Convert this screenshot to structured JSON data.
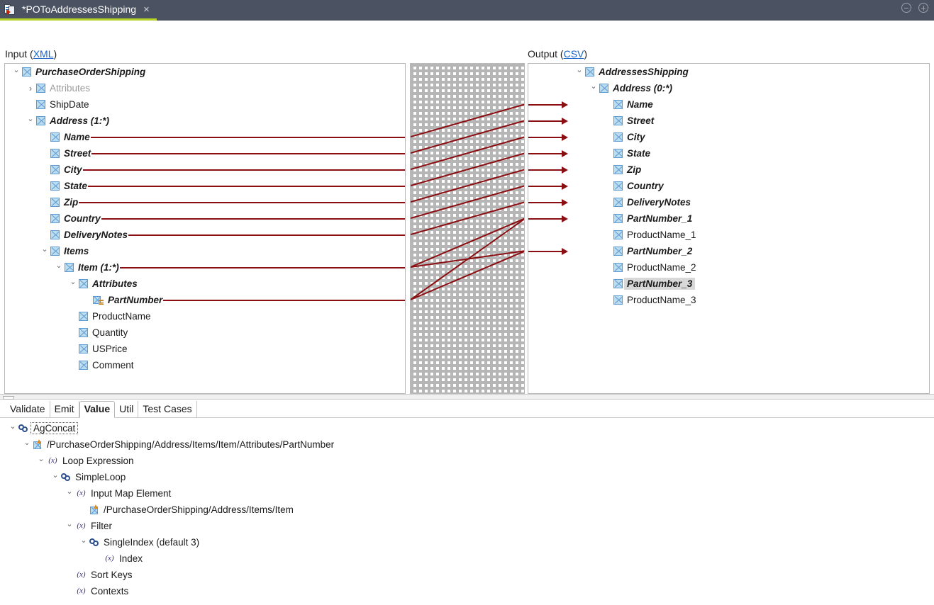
{
  "titlebar": {
    "tab_title": "*POToAddressesShipping",
    "tab_icon": "mapping-file-icon",
    "close_label": "×",
    "minimize_name": "minimize-icon",
    "maximize_name": "maximize-icon"
  },
  "input_panel": {
    "label": "Input (",
    "label_prefix": "Input",
    "format": "XML",
    "label_suffix": ")",
    "path_link": "/LOCAL_PROJECT/Structures/PurchaseOrderShipping",
    "nodes": [
      {
        "label": "PurchaseOrderShipping",
        "indent": 0,
        "twisty": "open",
        "icon": "element",
        "bold": true,
        "dim": false,
        "wire": false
      },
      {
        "label": "Attributes",
        "indent": 1,
        "twisty": "closed",
        "icon": "element",
        "bold": false,
        "dim": true,
        "wire": false
      },
      {
        "label": "ShipDate",
        "indent": 1,
        "twisty": "empty",
        "icon": "element",
        "bold": false,
        "dim": false,
        "wire": false
      },
      {
        "label": "Address (1:*)",
        "indent": 1,
        "twisty": "open",
        "icon": "element",
        "bold": true,
        "dim": false,
        "wire": false
      },
      {
        "label": "Name",
        "indent": 2,
        "twisty": "empty",
        "icon": "element",
        "bold": true,
        "dim": false,
        "wire": true
      },
      {
        "label": "Street",
        "indent": 2,
        "twisty": "empty",
        "icon": "element",
        "bold": true,
        "dim": false,
        "wire": true
      },
      {
        "label": "City",
        "indent": 2,
        "twisty": "empty",
        "icon": "element",
        "bold": true,
        "dim": false,
        "wire": true
      },
      {
        "label": "State",
        "indent": 2,
        "twisty": "empty",
        "icon": "element",
        "bold": true,
        "dim": false,
        "wire": true
      },
      {
        "label": "Zip",
        "indent": 2,
        "twisty": "empty",
        "icon": "element",
        "bold": true,
        "dim": false,
        "wire": true
      },
      {
        "label": "Country",
        "indent": 2,
        "twisty": "empty",
        "icon": "element",
        "bold": true,
        "dim": false,
        "wire": true
      },
      {
        "label": "DeliveryNotes",
        "indent": 2,
        "twisty": "empty",
        "icon": "element",
        "bold": true,
        "dim": false,
        "wire": true
      },
      {
        "label": "Items",
        "indent": 2,
        "twisty": "open",
        "icon": "element",
        "bold": true,
        "dim": false,
        "wire": false
      },
      {
        "label": "Item (1:*)",
        "indent": 3,
        "twisty": "open",
        "icon": "element",
        "bold": true,
        "dim": false,
        "wire": true
      },
      {
        "label": "Attributes",
        "indent": 4,
        "twisty": "open",
        "icon": "element",
        "bold": true,
        "dim": false,
        "wire": false
      },
      {
        "label": "PartNumber",
        "indent": 5,
        "twisty": "empty",
        "icon": "attribute",
        "bold": true,
        "dim": false,
        "wire": true
      },
      {
        "label": "ProductName",
        "indent": 4,
        "twisty": "empty",
        "icon": "element",
        "bold": false,
        "dim": false,
        "wire": false
      },
      {
        "label": "Quantity",
        "indent": 4,
        "twisty": "empty",
        "icon": "element",
        "bold": false,
        "dim": false,
        "wire": false
      },
      {
        "label": "USPrice",
        "indent": 4,
        "twisty": "empty",
        "icon": "element",
        "bold": false,
        "dim": false,
        "wire": false
      },
      {
        "label": "Comment",
        "indent": 4,
        "twisty": "empty",
        "icon": "element",
        "bold": false,
        "dim": false,
        "wire": false
      }
    ]
  },
  "output_panel": {
    "label_prefix": "Output",
    "format": "CSV",
    "path_link": "/LOCAL_PROJECT/Structures/AddressesShipping",
    "nodes": [
      {
        "label": "AddressesShipping",
        "indent": 0,
        "twisty": "open",
        "icon": "element",
        "bold": true,
        "dim": false,
        "wire": false,
        "selected": false
      },
      {
        "label": "Address (0:*)",
        "indent": 1,
        "twisty": "open",
        "icon": "element",
        "bold": true,
        "dim": false,
        "wire": false,
        "selected": false
      },
      {
        "label": "Name",
        "indent": 2,
        "twisty": "empty",
        "icon": "element",
        "bold": true,
        "dim": false,
        "wire": true,
        "selected": false
      },
      {
        "label": "Street",
        "indent": 2,
        "twisty": "empty",
        "icon": "element",
        "bold": true,
        "dim": false,
        "wire": true,
        "selected": false
      },
      {
        "label": "City",
        "indent": 2,
        "twisty": "empty",
        "icon": "element",
        "bold": true,
        "dim": false,
        "wire": true,
        "selected": false
      },
      {
        "label": "State",
        "indent": 2,
        "twisty": "empty",
        "icon": "element",
        "bold": true,
        "dim": false,
        "wire": true,
        "selected": false
      },
      {
        "label": "Zip",
        "indent": 2,
        "twisty": "empty",
        "icon": "element",
        "bold": true,
        "dim": false,
        "wire": true,
        "selected": false
      },
      {
        "label": "Country",
        "indent": 2,
        "twisty": "empty",
        "icon": "element",
        "bold": true,
        "dim": false,
        "wire": true,
        "selected": false
      },
      {
        "label": "DeliveryNotes",
        "indent": 2,
        "twisty": "empty",
        "icon": "element",
        "bold": true,
        "dim": false,
        "wire": true,
        "selected": false
      },
      {
        "label": "PartNumber_1",
        "indent": 2,
        "twisty": "empty",
        "icon": "element",
        "bold": true,
        "dim": false,
        "wire": true,
        "selected": false
      },
      {
        "label": "ProductName_1",
        "indent": 2,
        "twisty": "empty",
        "icon": "element",
        "bold": false,
        "dim": false,
        "wire": false,
        "selected": false
      },
      {
        "label": "PartNumber_2",
        "indent": 2,
        "twisty": "empty",
        "icon": "element",
        "bold": true,
        "dim": false,
        "wire": true,
        "selected": false
      },
      {
        "label": "ProductName_2",
        "indent": 2,
        "twisty": "empty",
        "icon": "element",
        "bold": false,
        "dim": false,
        "wire": false,
        "selected": false
      },
      {
        "label": "PartNumber_3",
        "indent": 2,
        "twisty": "empty",
        "icon": "element",
        "bold": true,
        "dim": false,
        "wire": false,
        "selected": true
      },
      {
        "label": "ProductName_3",
        "indent": 2,
        "twisty": "empty",
        "icon": "element",
        "bold": false,
        "dim": false,
        "wire": false,
        "selected": false
      }
    ]
  },
  "mapping_links": [
    {
      "from": "Name",
      "to": "Name"
    },
    {
      "from": "Street",
      "to": "Street"
    },
    {
      "from": "City",
      "to": "City"
    },
    {
      "from": "State",
      "to": "State"
    },
    {
      "from": "Zip",
      "to": "Zip"
    },
    {
      "from": "Country",
      "to": "Country"
    },
    {
      "from": "DeliveryNotes",
      "to": "DeliveryNotes"
    },
    {
      "from": "Item (1:*)",
      "to": "PartNumber_1"
    },
    {
      "from": "Item (1:*)",
      "to": "PartNumber_2"
    },
    {
      "from": "PartNumber",
      "to": "PartNumber_1"
    },
    {
      "from": "PartNumber",
      "to": "PartNumber_2"
    }
  ],
  "bottom_panel": {
    "tabs": [
      {
        "label": "Validate",
        "active": false
      },
      {
        "label": "Emit",
        "active": false
      },
      {
        "label": "Value",
        "active": true
      },
      {
        "label": "Util",
        "active": false
      },
      {
        "label": "Test Cases",
        "active": false
      }
    ],
    "tree": [
      {
        "label": "AgConcat",
        "indent": 0,
        "twisty": "open",
        "icon": "function",
        "selected": true
      },
      {
        "label": "/PurchaseOrderShipping/Address/Items/Item/Attributes/PartNumber",
        "indent": 1,
        "twisty": "open",
        "icon": "map-element",
        "selected": false
      },
      {
        "label": "Loop Expression",
        "indent": 2,
        "twisty": "open",
        "icon": "expression",
        "selected": false
      },
      {
        "label": "SimpleLoop",
        "indent": 3,
        "twisty": "open",
        "icon": "function",
        "selected": false
      },
      {
        "label": "Input Map Element",
        "indent": 4,
        "twisty": "open",
        "icon": "expression",
        "selected": false
      },
      {
        "label": "/PurchaseOrderShipping/Address/Items/Item",
        "indent": 5,
        "twisty": "empty",
        "icon": "map-element",
        "selected": false
      },
      {
        "label": "Filter",
        "indent": 4,
        "twisty": "open",
        "icon": "expression",
        "selected": false
      },
      {
        "label": "SingleIndex (default 3)",
        "indent": 5,
        "twisty": "open",
        "icon": "function",
        "selected": false
      },
      {
        "label": "Index",
        "indent": 6,
        "twisty": "empty",
        "icon": "expression",
        "selected": false
      },
      {
        "label": "Sort Keys",
        "indent": 4,
        "twisty": "empty",
        "icon": "expression",
        "selected": false
      },
      {
        "label": "Contexts",
        "indent": 4,
        "twisty": "empty",
        "icon": "expression",
        "selected": false
      }
    ]
  },
  "colors": {
    "titlebar_bg": "#4b5362",
    "tab_underline": "#b4d12a",
    "link": "#1a61c7",
    "wire": "#8b0f12",
    "icon_blue": "#5b9bd5",
    "selection": "#d8d8d8"
  }
}
